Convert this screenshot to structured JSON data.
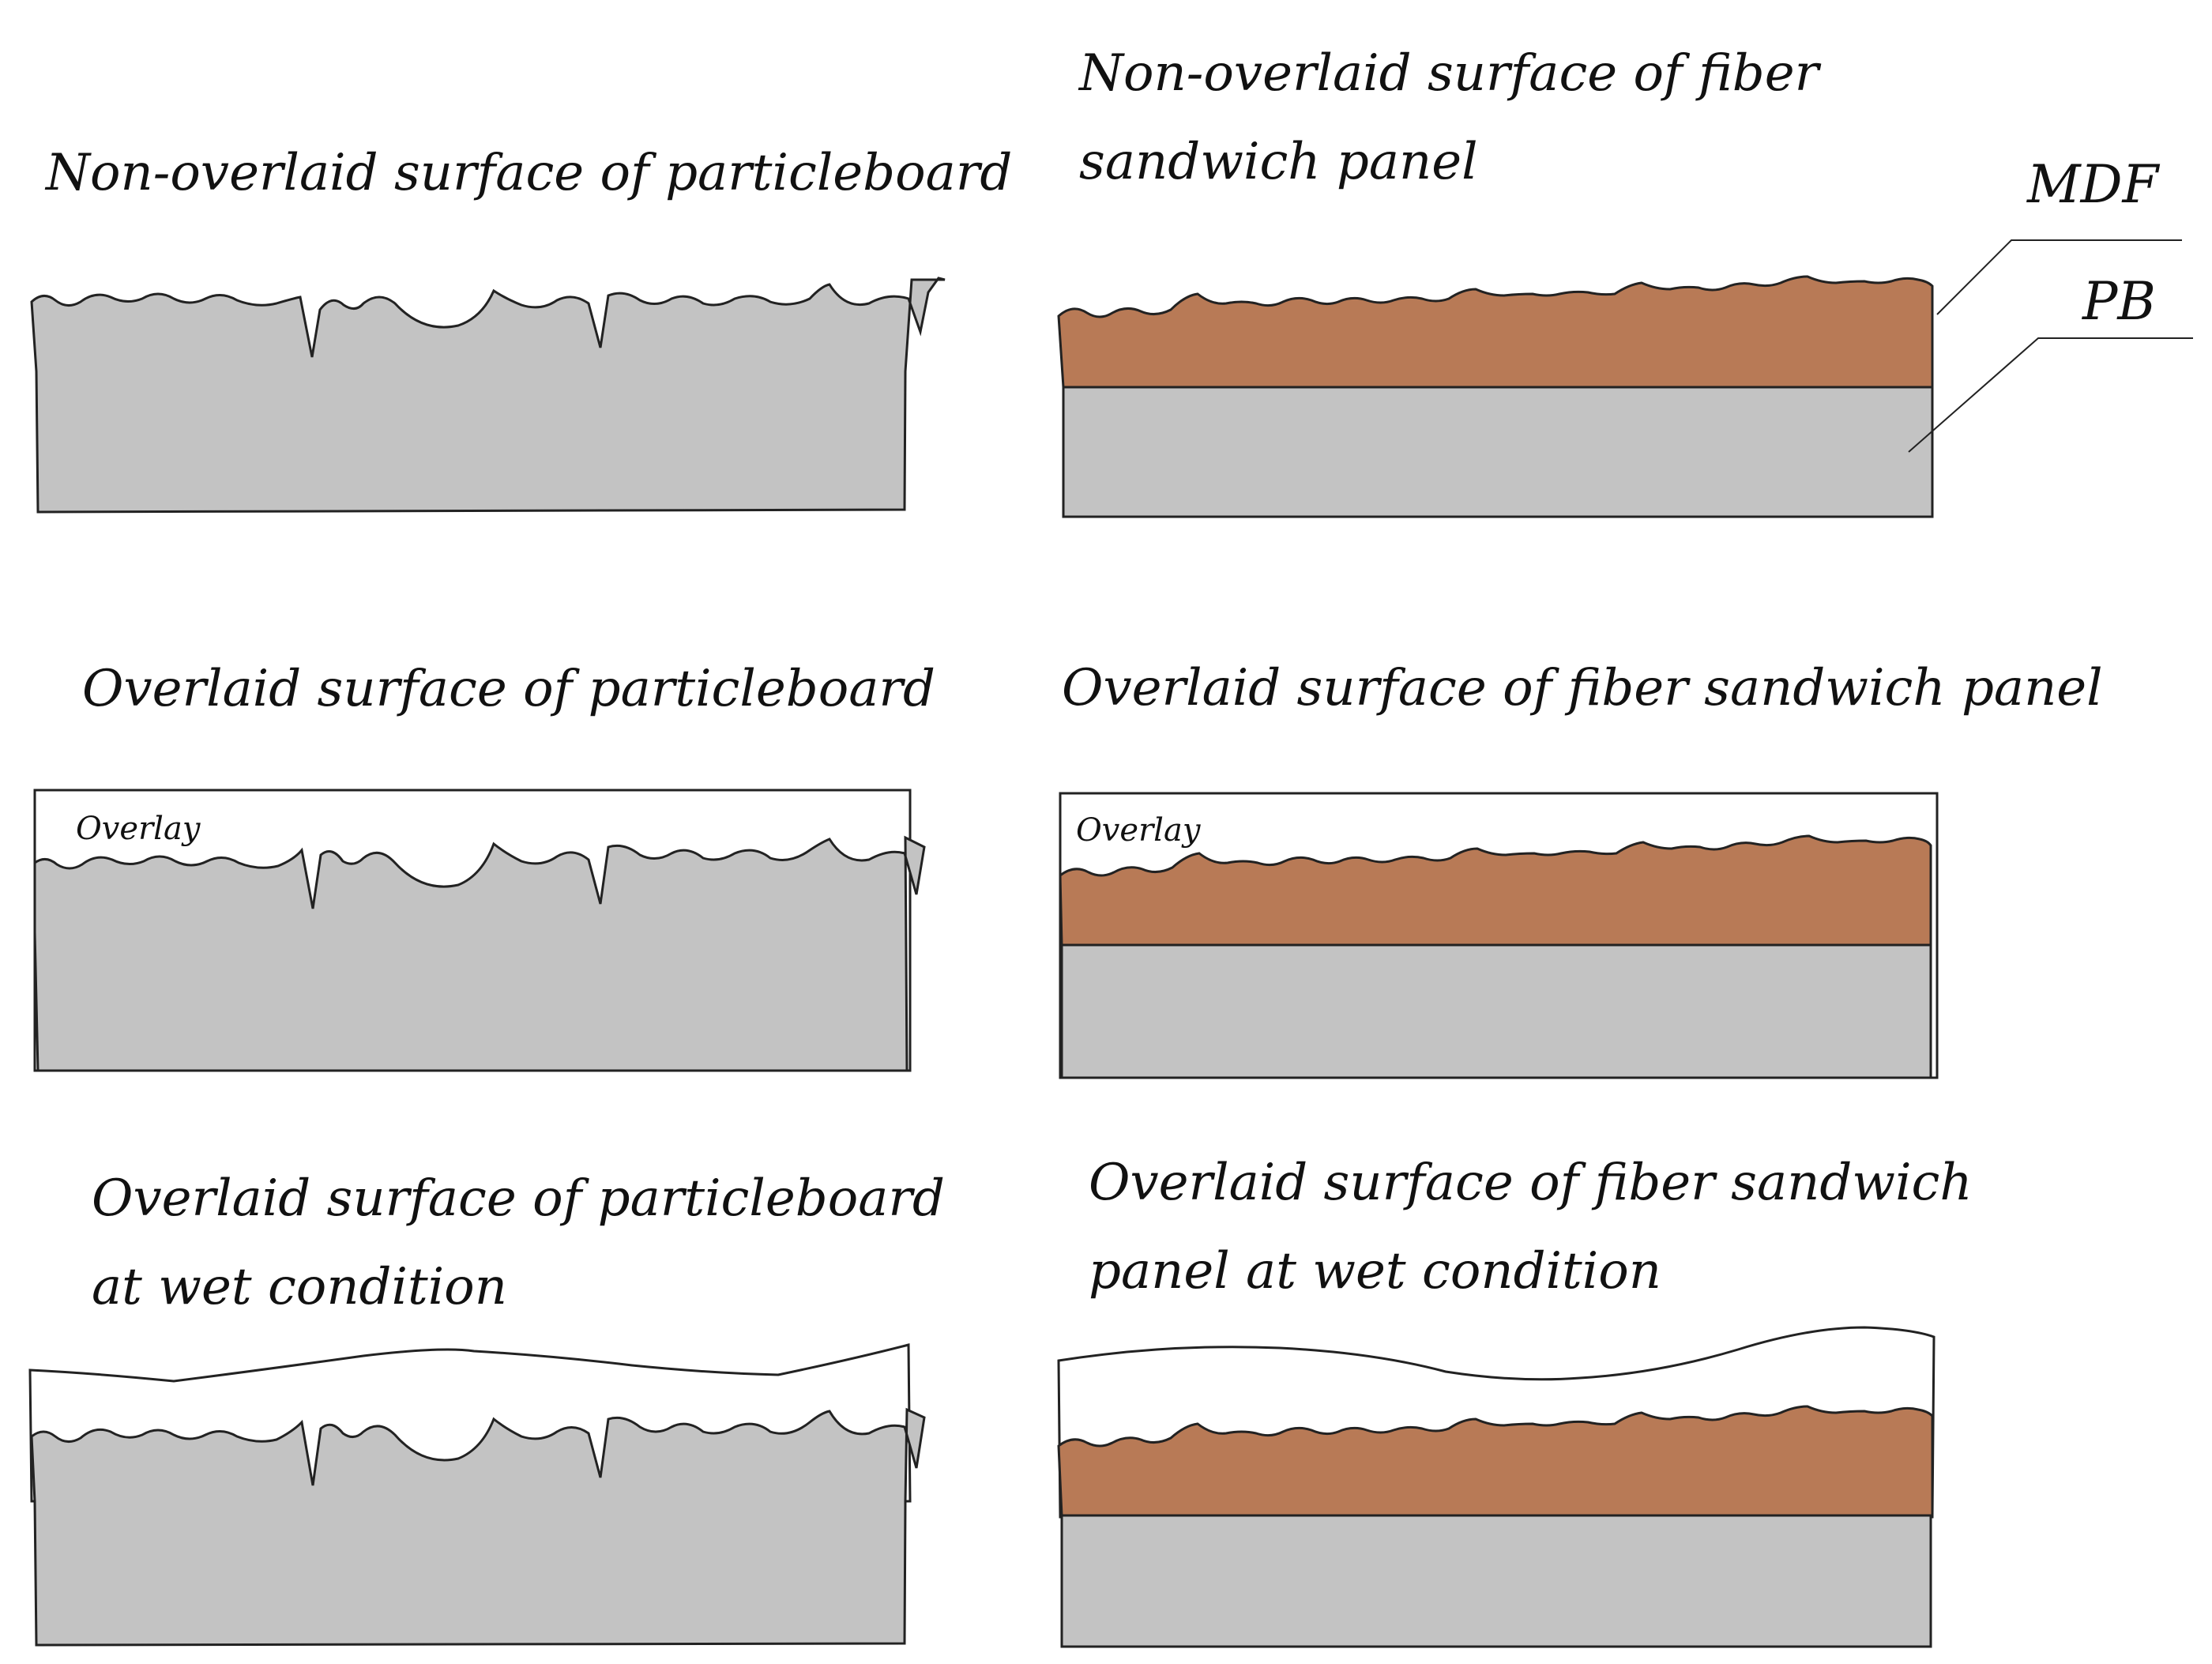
{
  "panels": {
    "pb_non_overlaid": {
      "title": "Non-overlaid surface of particleboard"
    },
    "fsp_non_overlaid": {
      "title_line1": "Non-overlaid surface of fiber",
      "title_line2": "sandwich panel"
    },
    "pb_overlaid": {
      "title": "Overlaid surface of particleboard",
      "overlay_label": "Overlay"
    },
    "fsp_overlaid": {
      "title": "Overlaid surface of fiber sandwich panel",
      "overlay_label": "Overlay"
    },
    "pb_wet": {
      "title_line1": "Overlaid surface of particleboard",
      "title_line2": "at wet condition"
    },
    "fsp_wet": {
      "title_line1": "Overlaid surface of fiber sandwich",
      "title_line2": "panel at wet condition"
    }
  },
  "legend": {
    "mdf_label": "MDF",
    "pb_label": "PB"
  },
  "colors": {
    "particleboard": "#c3c3c3",
    "mdf": "#b87a56",
    "outline": "#222222",
    "overlay": "#ffffff"
  }
}
